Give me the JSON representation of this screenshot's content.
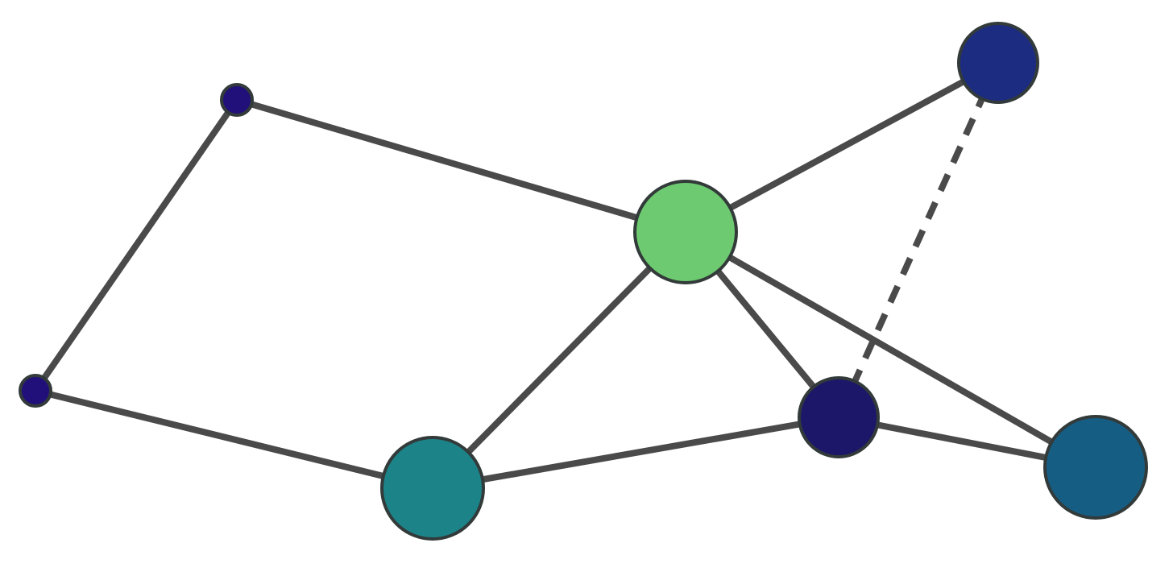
{
  "colors": {
    "background": "#ffffff",
    "edge": "#4a4a4a",
    "node_stroke": "#333a3a"
  },
  "graph": {
    "nodes": [
      {
        "id": "n1",
        "color": "#21107a",
        "size": "small"
      },
      {
        "id": "n2",
        "color": "#21107a",
        "size": "small"
      },
      {
        "id": "n3",
        "color": "#6dca70",
        "size": "large"
      },
      {
        "id": "n4",
        "color": "#1c2c80",
        "size": "medium"
      },
      {
        "id": "n5",
        "color": "#1c8489",
        "size": "large"
      },
      {
        "id": "n6",
        "color": "#1c1769",
        "size": "medium"
      },
      {
        "id": "n7",
        "color": "#165d84",
        "size": "large"
      }
    ],
    "edges": [
      {
        "source": "n1",
        "target": "n3",
        "style": "solid"
      },
      {
        "source": "n1",
        "target": "n2",
        "style": "solid"
      },
      {
        "source": "n2",
        "target": "n5",
        "style": "solid"
      },
      {
        "source": "n3",
        "target": "n4",
        "style": "solid"
      },
      {
        "source": "n3",
        "target": "n5",
        "style": "solid"
      },
      {
        "source": "n3",
        "target": "n6",
        "style": "solid"
      },
      {
        "source": "n3",
        "target": "n7",
        "style": "solid"
      },
      {
        "source": "n5",
        "target": "n6",
        "style": "solid"
      },
      {
        "source": "n6",
        "target": "n7",
        "style": "solid"
      },
      {
        "source": "n4",
        "target": "n6",
        "style": "dashed"
      }
    ]
  }
}
